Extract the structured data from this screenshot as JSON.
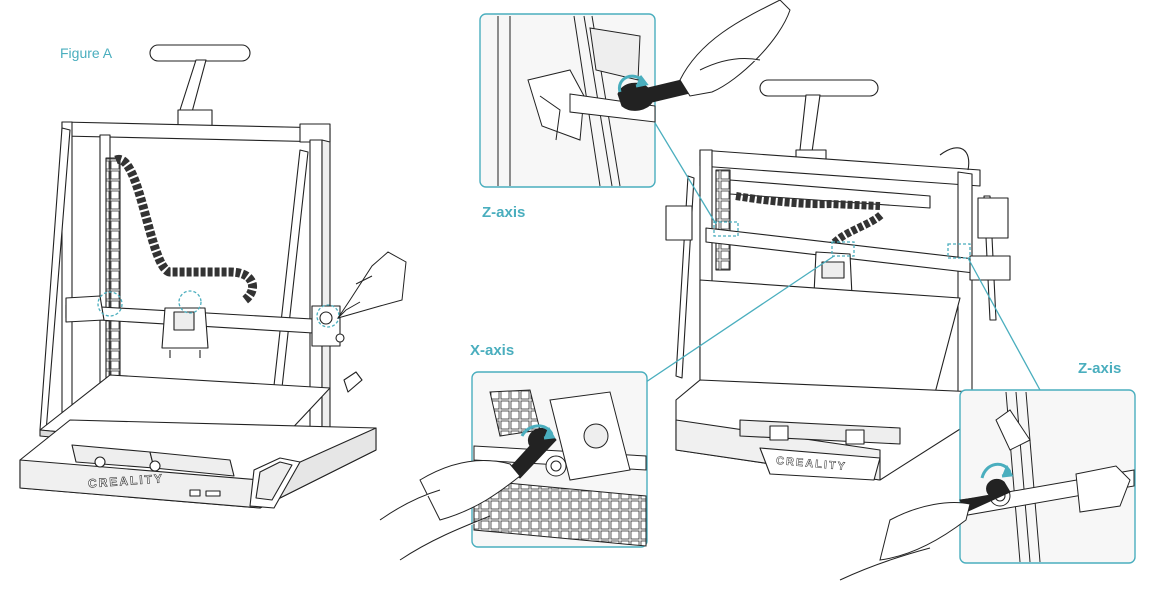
{
  "figure_title": "Figure A",
  "labels": {
    "z_axis_top": "Z-axis",
    "x_axis": "X-axis",
    "z_axis_right": "Z-axis"
  },
  "brand": {
    "logo_text": "CREALITY"
  },
  "colors": {
    "accent": "#4aaebe",
    "line": "#222222",
    "panel_fill": "#f4f4f4"
  },
  "icons": [
    "printer-front-illustration",
    "printer-back-illustration",
    "wrench-icon",
    "rotate-arrow-icon",
    "pointing-hand-icon"
  ]
}
